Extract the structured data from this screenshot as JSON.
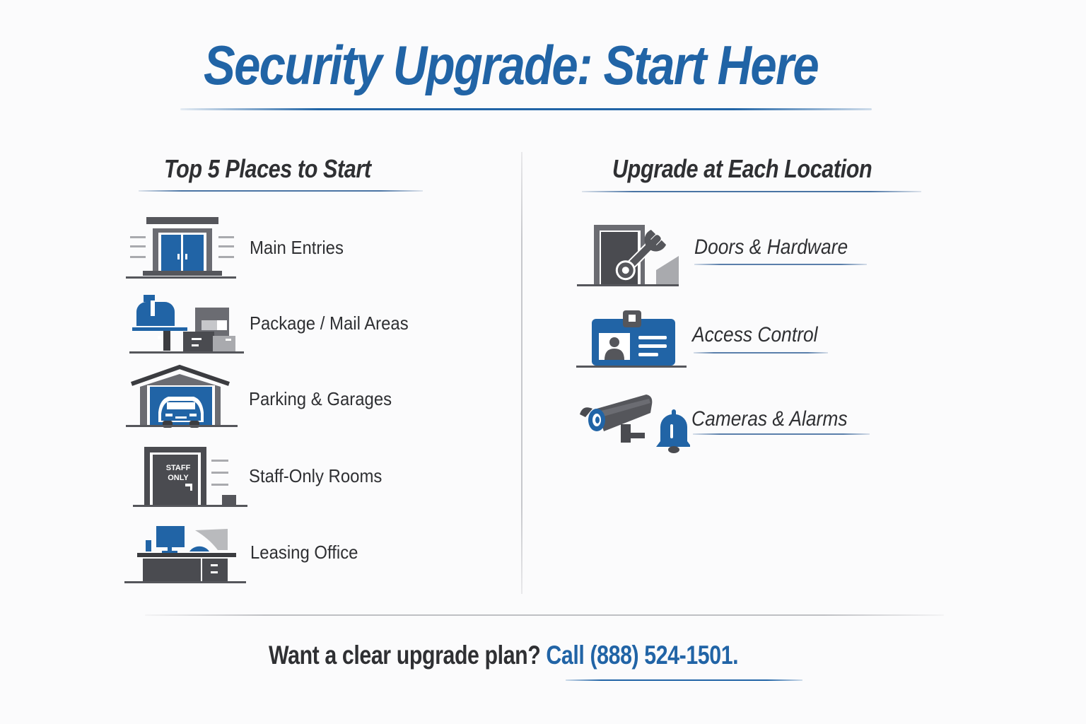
{
  "header": {
    "title": "Security Upgrade: Start Here"
  },
  "left_section": {
    "heading": "Top 5 Places to Start",
    "items": [
      {
        "label": "Main Entries",
        "icon": "building-entrance-icon"
      },
      {
        "label": "Package / Mail Areas",
        "icon": "mailbox-packages-icon"
      },
      {
        "label": "Parking & Garages",
        "icon": "garage-car-icon"
      },
      {
        "label": "Staff-Only Rooms",
        "icon": "staff-only-door-icon"
      },
      {
        "label": "Leasing Office",
        "icon": "office-desk-icon"
      }
    ],
    "staff_sign": {
      "line1": "STAFF",
      "line2": "ONLY"
    }
  },
  "right_section": {
    "heading": "Upgrade at Each Location",
    "items": [
      {
        "label": "Doors & Hardware",
        "icon": "door-wrench-icon"
      },
      {
        "label": "Access Control",
        "icon": "id-badge-icon"
      },
      {
        "label": "Cameras & Alarms",
        "icon": "camera-bell-icon"
      }
    ]
  },
  "footer": {
    "question": "Want a clear upgrade plan?",
    "call_to_action": "Call (888) 524-1501."
  },
  "colors": {
    "brand_blue": "#2164a6",
    "dark_gray": "#4a4b50",
    "mid_gray": "#6b6c72",
    "light_gray": "#a9aaae",
    "background": "#fbfbfc"
  }
}
